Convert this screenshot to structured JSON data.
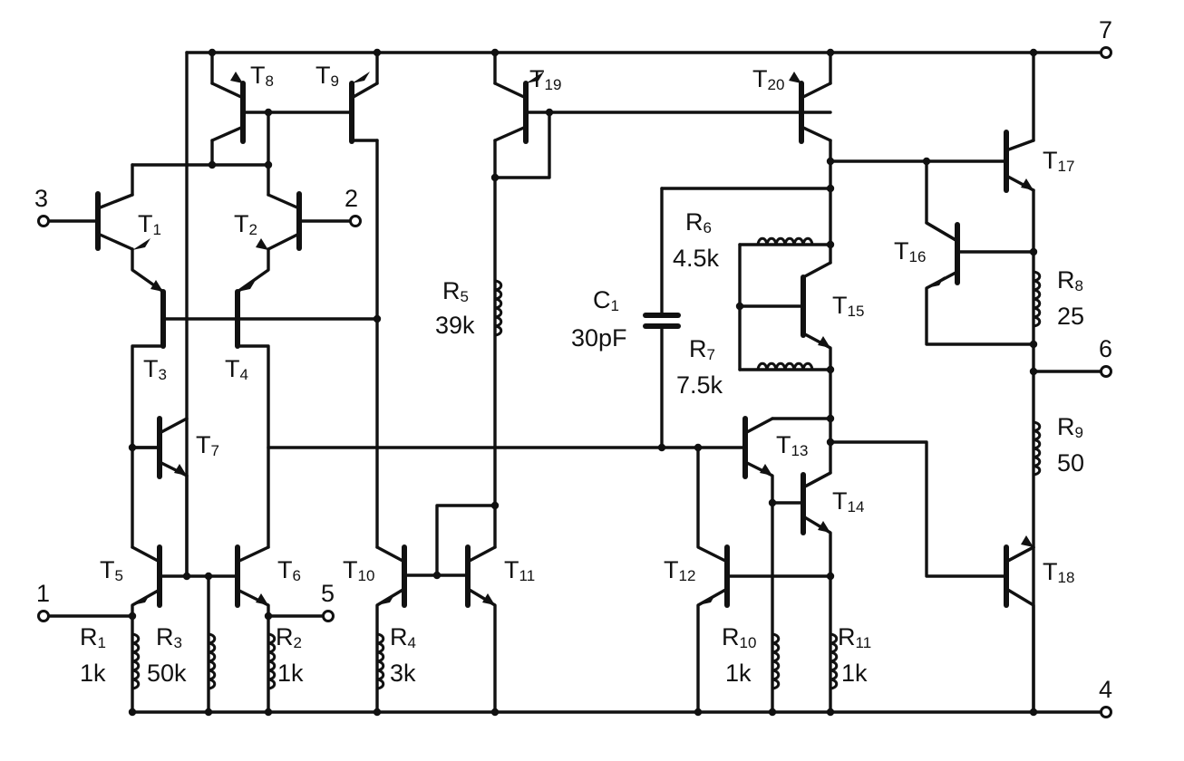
{
  "pins": [
    {
      "id": "p1",
      "label": "1"
    },
    {
      "id": "p2",
      "label": "2"
    },
    {
      "id": "p3",
      "label": "3"
    },
    {
      "id": "p4",
      "label": "4"
    },
    {
      "id": "p5",
      "label": "5"
    },
    {
      "id": "p6",
      "label": "6"
    },
    {
      "id": "p7",
      "label": "7"
    }
  ],
  "transistors": [
    {
      "id": "T1",
      "letter": "T",
      "sub": "1",
      "type": "npn"
    },
    {
      "id": "T2",
      "letter": "T",
      "sub": "2",
      "type": "npn"
    },
    {
      "id": "T3",
      "letter": "T",
      "sub": "3",
      "type": "pnp"
    },
    {
      "id": "T4",
      "letter": "T",
      "sub": "4",
      "type": "pnp"
    },
    {
      "id": "T5",
      "letter": "T",
      "sub": "5",
      "type": "npn"
    },
    {
      "id": "T6",
      "letter": "T",
      "sub": "6",
      "type": "npn"
    },
    {
      "id": "T7",
      "letter": "T",
      "sub": "7",
      "type": "npn"
    },
    {
      "id": "T8",
      "letter": "T",
      "sub": "8",
      "type": "pnp"
    },
    {
      "id": "T9",
      "letter": "T",
      "sub": "9",
      "type": "pnp"
    },
    {
      "id": "T10",
      "letter": "T",
      "sub": "10",
      "type": "npn"
    },
    {
      "id": "T11",
      "letter": "T",
      "sub": "11",
      "type": "npn"
    },
    {
      "id": "T12",
      "letter": "T",
      "sub": "12",
      "type": "npn"
    },
    {
      "id": "T13",
      "letter": "T",
      "sub": "13",
      "type": "npn"
    },
    {
      "id": "T14",
      "letter": "T",
      "sub": "14",
      "type": "npn"
    },
    {
      "id": "T15",
      "letter": "T",
      "sub": "15",
      "type": "npn"
    },
    {
      "id": "T16",
      "letter": "T",
      "sub": "16",
      "type": "npn"
    },
    {
      "id": "T17",
      "letter": "T",
      "sub": "17",
      "type": "npn"
    },
    {
      "id": "T18",
      "letter": "T",
      "sub": "18",
      "type": "pnp"
    },
    {
      "id": "T19",
      "letter": "T",
      "sub": "19",
      "type": "pnp"
    },
    {
      "id": "T20",
      "letter": "T",
      "sub": "20",
      "type": "pnp"
    }
  ],
  "resistors": [
    {
      "id": "R1",
      "letter": "R",
      "sub": "1",
      "value": "1k"
    },
    {
      "id": "R2",
      "letter": "R",
      "sub": "2",
      "value": "1k"
    },
    {
      "id": "R3",
      "letter": "R",
      "sub": "3",
      "value": "50k"
    },
    {
      "id": "R4",
      "letter": "R",
      "sub": "4",
      "value": "3k"
    },
    {
      "id": "R5",
      "letter": "R",
      "sub": "5",
      "value": "39k"
    },
    {
      "id": "R6",
      "letter": "R",
      "sub": "6",
      "value": "4.5k"
    },
    {
      "id": "R7",
      "letter": "R",
      "sub": "7",
      "value": "7.5k"
    },
    {
      "id": "R8",
      "letter": "R",
      "sub": "8",
      "value": "25"
    },
    {
      "id": "R9",
      "letter": "R",
      "sub": "9",
      "value": "50"
    },
    {
      "id": "R10",
      "letter": "R",
      "sub": "10",
      "value": "1k"
    },
    {
      "id": "R11",
      "letter": "R",
      "sub": "11",
      "value": "1k"
    }
  ],
  "capacitors": [
    {
      "id": "C1",
      "letter": "C",
      "sub": "1",
      "value": "30pF"
    }
  ]
}
